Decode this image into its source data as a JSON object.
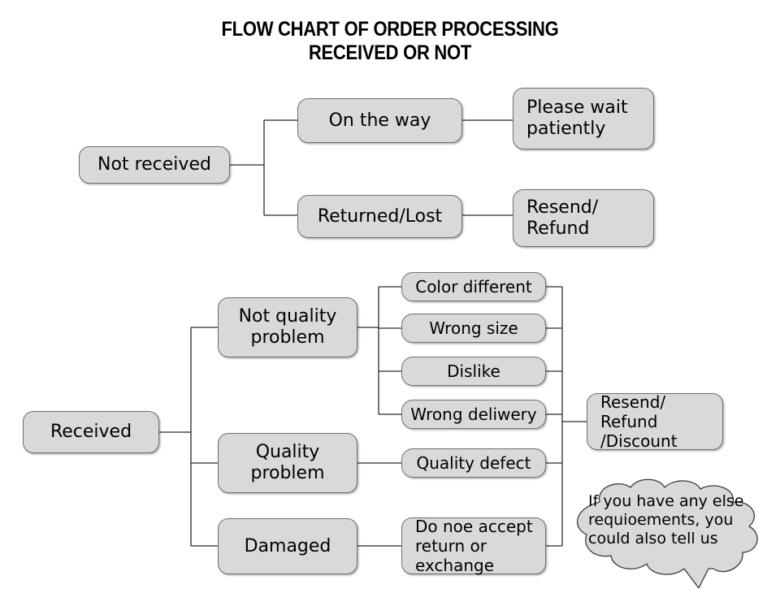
{
  "title": {
    "line1": "FLOW CHART OF ORDER PROCESSING",
    "line2": "RECEIVED OR NOT"
  },
  "theme": {
    "node_fill": "#d9d9d9",
    "node_border": "#6f6f6f",
    "line_color": "#2b2b2b",
    "text_color": "#000000",
    "background": "#ffffff"
  },
  "flow_not_received": {
    "root": "Not received",
    "stages": [
      {
        "label": "On the way",
        "outcome": "Please wait\npatiently"
      },
      {
        "label": "Returned/Lost",
        "outcome": "Resend/\nRefund"
      }
    ]
  },
  "flow_received": {
    "root": "Received",
    "branches": [
      {
        "label": "Not quality\nproblem",
        "reasons": [
          "Color different",
          "Wrong size",
          "Dislike",
          "Wrong deliwery"
        ]
      },
      {
        "label": "Quality\nproblem",
        "reasons": [
          "Quality defect"
        ]
      },
      {
        "label": "Damaged",
        "reasons": [
          "Do noe accept\nreturn or\nexchange"
        ]
      }
    ],
    "resolution": "Resend/ Refund\n/Discount"
  },
  "callout": {
    "text": "If you have any else\nrequioements, you\ncould also tell us"
  }
}
